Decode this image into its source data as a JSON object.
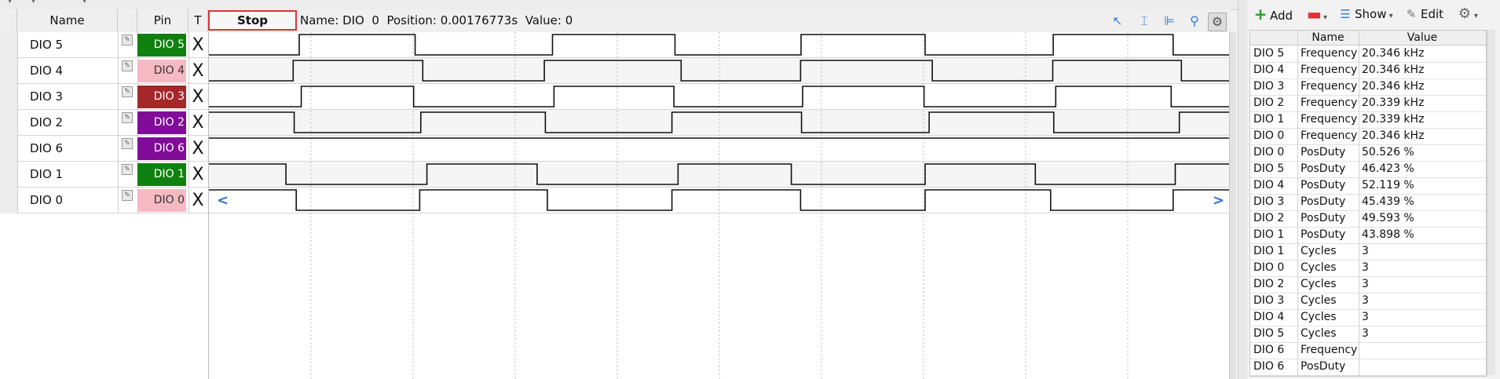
{
  "header": {
    "name_col": "Name",
    "pin_col": "Pin",
    "trigger_col": "T",
    "stop_label": "Stop",
    "status": "Name: DIO  0  Position: 0.00176773s  Value: 0"
  },
  "channels": [
    {
      "name": "DIO  5",
      "pin": "DIO  5",
      "trigger": "X",
      "pin_color": "#108010",
      "pin_text": "#ffffff"
    },
    {
      "name": "DIO  4",
      "pin": "DIO  4",
      "trigger": "X",
      "pin_color": "#f6b9c4",
      "pin_text": "#333333"
    },
    {
      "name": "DIO  3",
      "pin": "DIO  3",
      "trigger": "X",
      "pin_color": "#a4282a",
      "pin_text": "#ffffff"
    },
    {
      "name": "DIO  2",
      "pin": "DIO  2",
      "trigger": "X",
      "pin_color": "#800c98",
      "pin_text": "#ffffff"
    },
    {
      "name": "DIO  6",
      "pin": "DIO  6",
      "trigger": "X",
      "pin_color": "#800c98",
      "pin_text": "#ffffff"
    },
    {
      "name": "DIO  1",
      "pin": "DIO  1",
      "trigger": "X",
      "pin_color": "#108010",
      "pin_text": "#ffffff"
    },
    {
      "name": "DIO  0",
      "pin": "DIO  0",
      "trigger": "X",
      "pin_color": "#f6b9c4",
      "pin_text": "#333333"
    }
  ],
  "waveforms": [
    {
      "start": 0,
      "edges": [
        0.0885,
        0.202,
        0.3365,
        0.4565,
        0.58,
        0.7015,
        0.827,
        0.9445
      ]
    },
    {
      "start": 0,
      "edges": [
        0.0825,
        0.2095,
        0.3285,
        0.4625,
        0.5795,
        0.7085,
        0.8265,
        0.9525
      ]
    },
    {
      "start": 0,
      "edges": [
        0.0905,
        0.2005,
        0.338,
        0.4555,
        0.5815,
        0.7005,
        0.8295,
        0.9425
      ]
    },
    {
      "start": 1,
      "edges": [
        0.0835,
        0.2075,
        0.3295,
        0.4535,
        0.5805,
        0.7055,
        0.8275,
        0.9505
      ]
    },
    {
      "start": 1,
      "edges": []
    },
    {
      "start": 1,
      "edges": [
        0.0755,
        0.2135,
        0.3215,
        0.4595,
        0.5705,
        0.7015,
        0.8095,
        0.9465
      ]
    },
    {
      "start": 1,
      "edges": [
        0.0855,
        0.2065,
        0.3315,
        0.4535,
        0.5795,
        0.7015,
        0.8245,
        0.9445
      ]
    }
  ],
  "grid_lines": [
    0.1,
    0.2,
    0.3,
    0.4,
    0.5,
    0.6,
    0.7,
    0.8,
    0.9
  ],
  "wave_nav": {
    "left": "<",
    "right": ">"
  },
  "right_toolbar": {
    "add": "Add",
    "show": "Show",
    "edit": "Edit"
  },
  "measurements": {
    "columns": [
      "Name",
      "Value"
    ],
    "rows": [
      {
        "ch": "DIO  5",
        "name": "Frequency",
        "value": "20.346 kHz"
      },
      {
        "ch": "DIO  4",
        "name": "Frequency",
        "value": "20.346 kHz"
      },
      {
        "ch": "DIO  3",
        "name": "Frequency",
        "value": "20.346 kHz"
      },
      {
        "ch": "DIO  2",
        "name": "Frequency",
        "value": "20.339 kHz"
      },
      {
        "ch": "DIO  1",
        "name": "Frequency",
        "value": "20.339 kHz"
      },
      {
        "ch": "DIO  0",
        "name": "Frequency",
        "value": "20.346 kHz"
      },
      {
        "ch": "DIO  0",
        "name": "PosDuty",
        "value": "50.526 %"
      },
      {
        "ch": "DIO  5",
        "name": "PosDuty",
        "value": "46.423 %"
      },
      {
        "ch": "DIO  4",
        "name": "PosDuty",
        "value": "52.119 %"
      },
      {
        "ch": "DIO  3",
        "name": "PosDuty",
        "value": "45.439 %"
      },
      {
        "ch": "DIO  2",
        "name": "PosDuty",
        "value": "49.593 %"
      },
      {
        "ch": "DIO  1",
        "name": "PosDuty",
        "value": "43.898 %"
      },
      {
        "ch": "DIO  1",
        "name": "Cycles",
        "value": "3"
      },
      {
        "ch": "DIO  0",
        "name": "Cycles",
        "value": "3"
      },
      {
        "ch": "DIO  2",
        "name": "Cycles",
        "value": "3"
      },
      {
        "ch": "DIO  3",
        "name": "Cycles",
        "value": "3"
      },
      {
        "ch": "DIO  4",
        "name": "Cycles",
        "value": "3"
      },
      {
        "ch": "DIO  5",
        "name": "Cycles",
        "value": "3"
      },
      {
        "ch": "DIO  6",
        "name": "Frequency",
        "value": ""
      },
      {
        "ch": "DIO  6",
        "name": "PosDuty",
        "value": ""
      }
    ]
  }
}
